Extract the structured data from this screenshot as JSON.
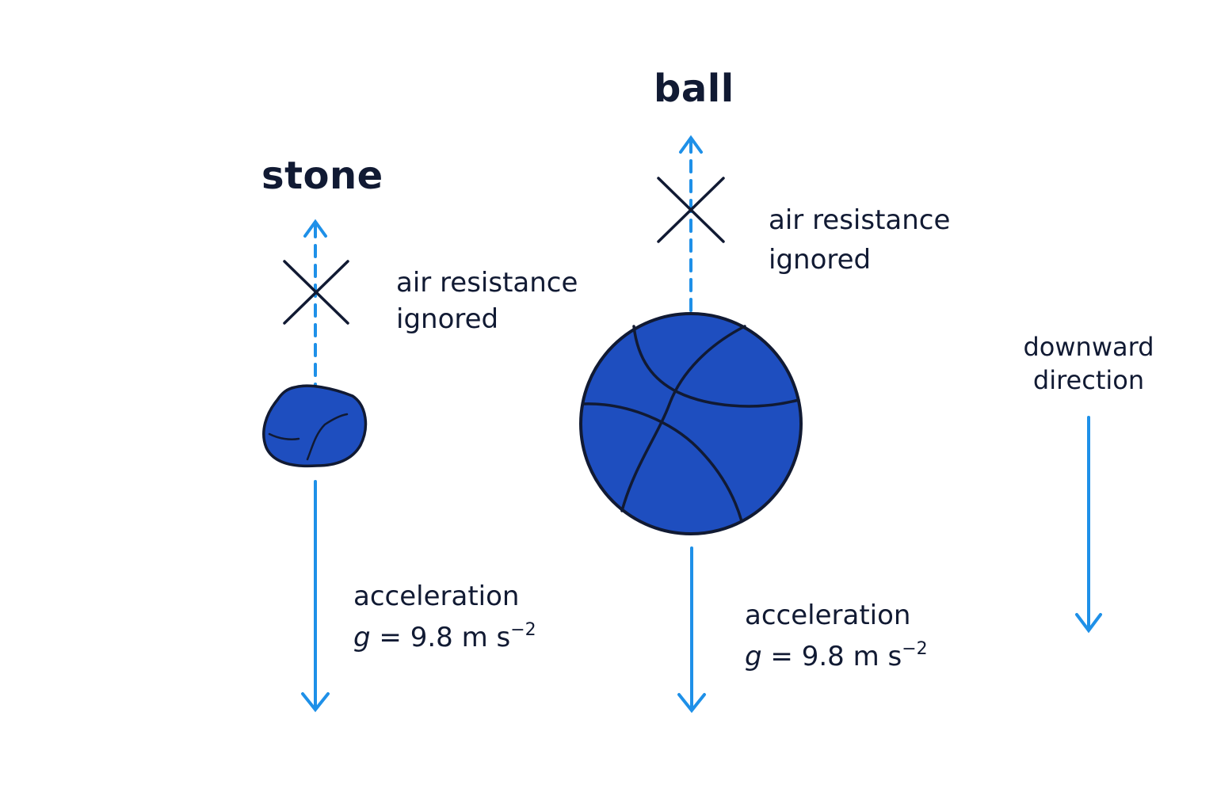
{
  "colors": {
    "arrow": "#1e90e8",
    "object_fill": "#1e4ebf",
    "outline": "#111a33",
    "text": "#111a33"
  },
  "stone": {
    "title": "stone",
    "air_line1": "air resistance",
    "air_line2": "ignored",
    "accel_label": "acceleration",
    "g_symbol": "g",
    "g_equals": " = 9.8 m s",
    "g_exponent": "−2"
  },
  "ball": {
    "title": "ball",
    "air_line1": "air resistance",
    "air_line2": "ignored",
    "accel_label": "acceleration",
    "g_symbol": "g",
    "g_equals": " = 9.8 m s",
    "g_exponent": "−2"
  },
  "direction": {
    "line1": "downward",
    "line2": "direction"
  },
  "icons": {
    "cross": "cross-icon",
    "up_arrow": "dashed-up-arrow-icon",
    "down_arrow": "down-arrow-icon"
  }
}
